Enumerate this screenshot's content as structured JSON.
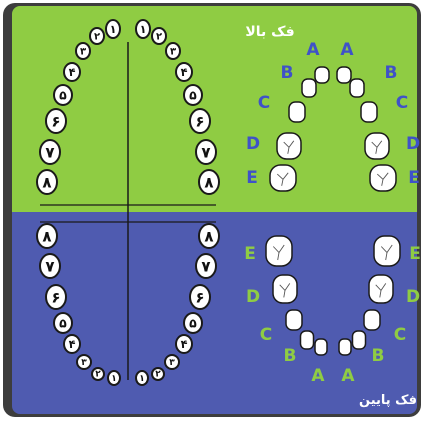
{
  "upper_jaw": {
    "title": "فک بالا",
    "background": "#8fcc43",
    "permanent_numbers_left": [
      "۸",
      "۷",
      "۶",
      "۵",
      "۴",
      "۳",
      "۲",
      "۱"
    ],
    "permanent_numbers_right": [
      "۱",
      "۲",
      "۳",
      "۴",
      "۵",
      "۶",
      "۷",
      "۸"
    ],
    "primary_letters_left": [
      "A",
      "B",
      "C",
      "D",
      "E"
    ],
    "primary_letters_right": [
      "A",
      "B",
      "C",
      "D",
      "E"
    ],
    "letter_color": "#3f52c8"
  },
  "lower_jaw": {
    "title": "فک پایین",
    "background": "#4f5bb0",
    "permanent_numbers_left": [
      "۸",
      "۷",
      "۶",
      "۵",
      "۴",
      "۳",
      "۲",
      "۱"
    ],
    "permanent_numbers_right": [
      "۱",
      "۲",
      "۳",
      "۴",
      "۵",
      "۶",
      "۷",
      "۸"
    ],
    "primary_letters_left": [
      "A",
      "B",
      "C",
      "D",
      "E"
    ],
    "primary_letters_right": [
      "A",
      "B",
      "C",
      "D",
      "E"
    ],
    "letter_color": "#8fcc43"
  }
}
